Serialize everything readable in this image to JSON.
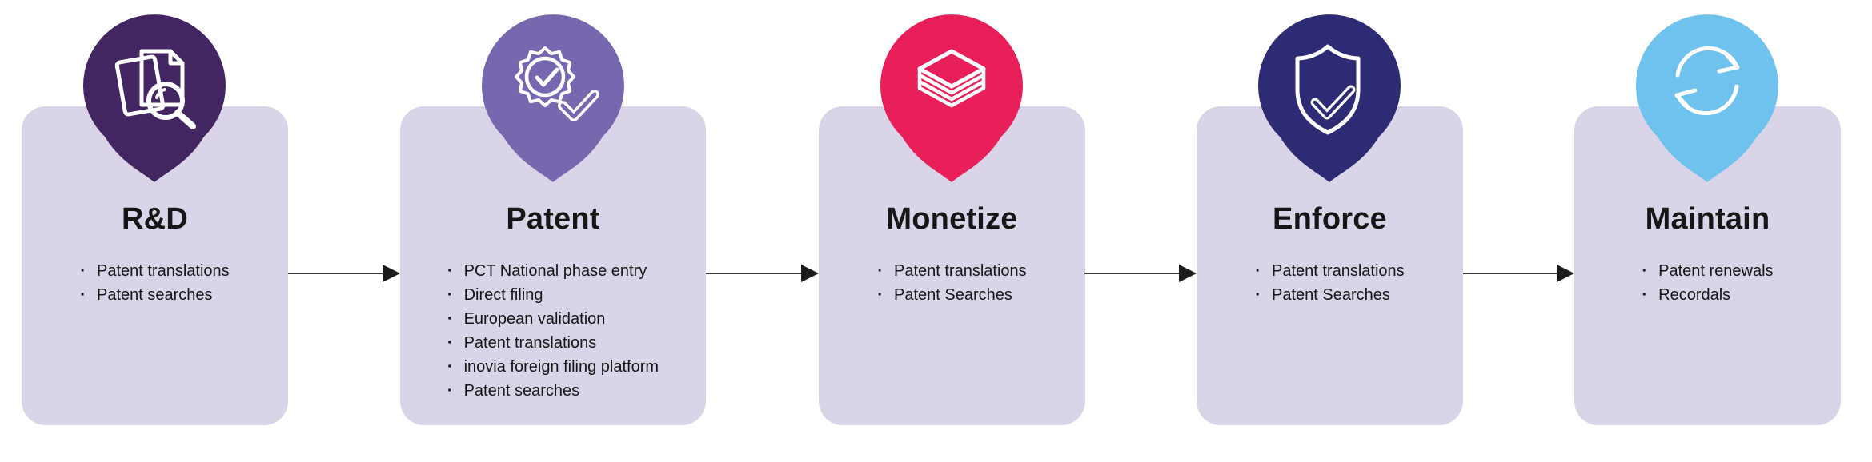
{
  "colors": {
    "page_bg": "#FFFFFF",
    "card_bg": "#D9D4E8",
    "title_text": "#161616",
    "body_text": "#161616",
    "arrow": "#1A1A1A",
    "icon_stroke": "#FFFFFF"
  },
  "stages": [
    {
      "title": "R&D",
      "pin_color": "#432561",
      "icon": "documents-search-icon",
      "items": [
        "Patent translations",
        "Patent searches"
      ]
    },
    {
      "title": "Patent",
      "pin_color": "#7767AE",
      "icon": "certified-badge-icon",
      "items": [
        "PCT National phase entry",
        "Direct filing",
        "European validation",
        "Patent translations",
        "inovia foreign filing platform",
        "Patent searches"
      ]
    },
    {
      "title": "Monetize",
      "pin_color": "#E81F58",
      "icon": "money-stack-icon",
      "items": [
        "Patent translations",
        "Patent Searches"
      ]
    },
    {
      "title": "Enforce",
      "pin_color": "#2D2B73",
      "icon": "shield-check-icon",
      "items": [
        "Patent translations",
        "Patent Searches"
      ]
    },
    {
      "title": "Maintain",
      "pin_color": "#6FC2ED",
      "icon": "refresh-cycle-icon",
      "items": [
        "Patent renewals",
        "Recordals"
      ]
    }
  ]
}
